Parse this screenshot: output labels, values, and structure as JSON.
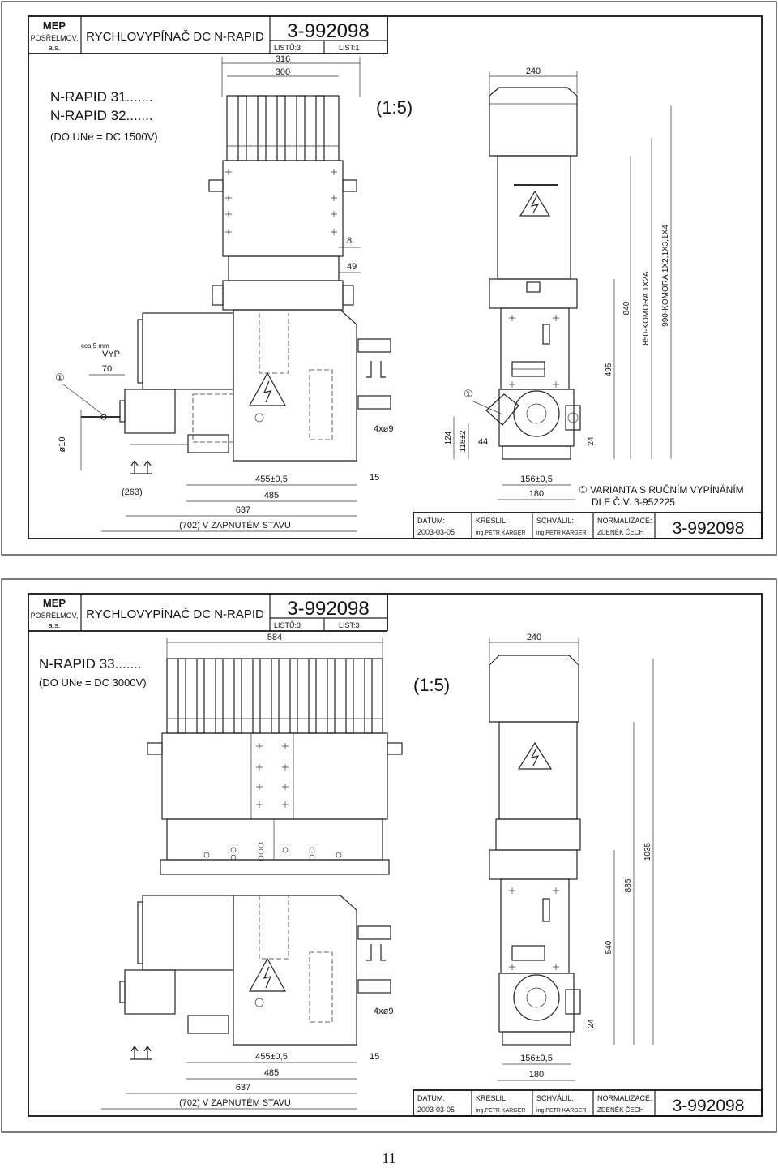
{
  "sheet1": {
    "company": "MEP",
    "company_line2": "POSŘELMOV,",
    "company_line3": "a.s.",
    "product_title": "RYCHLOVYPÍNAČ DC N-RAPID",
    "drawing_number": "3-992098",
    "sheets_total": "LISTŮ:3",
    "sheet_index": "LIST:1",
    "model_line1": "N-RAPID 31.......",
    "model_line2": "N-RAPID 32.......",
    "voltage_note": "(DO UNe = DC 1500V)",
    "scale": "(1:5)",
    "dims": {
      "d316": "316",
      "d300": "300",
      "d240": "240",
      "d8": "8",
      "d49": "49",
      "d840": "840",
      "d850": "850-KOMORA 1X2A",
      "d990": "990-KOMORA 1X2,1X3,1X4",
      "d495": "495",
      "d24": "24",
      "d124": "124",
      "d118": "118±2",
      "d44": "44",
      "d4x9": "4xø9",
      "d455": "455±0,5",
      "d15": "15",
      "d485": "485",
      "d263": "(263)",
      "d637": "637",
      "d702": "(702) V ZAPNUTÉM STAVU",
      "d156": "156±0,5",
      "d180": "180",
      "d10": "ø10",
      "d70": "70",
      "cca5": "cca 5 mm",
      "vyp": "VYP"
    },
    "marker": "①",
    "note_line1": "① VARIANTA S RUČNÍM VYPÍNÁNÍM",
    "note_line2": "DLE Č.V. 3-952225",
    "title_block": {
      "datum_label": "DATUM:",
      "datum_value": "2003-03-05",
      "kreslil_label": "KRESLIL:",
      "kreslil_value": "ing.PETR KARGER",
      "schvalil_label": "SCHVÁLIL:",
      "schvalil_value": "ing.PETR KARGER",
      "norm_label": "NORMALIZACE:",
      "norm_value": "ZDENĚK ČECH",
      "number": "3-992098"
    }
  },
  "sheet2": {
    "company": "MEP",
    "company_line2": "POSŘELMOV,",
    "company_line3": "a.s.",
    "product_title": "RYCHLOVYPÍNAČ DC N-RAPID",
    "drawing_number": "3-992098",
    "sheets_total": "LISTŮ:3",
    "sheet_index": "LIST:3",
    "model_line1": "N-RAPID 33.......",
    "voltage_note": "(DO UNe = DC 3000V)",
    "scale": "(1:5)",
    "dims": {
      "d584": "584",
      "d240": "240",
      "d1035": "1035",
      "d885": "885",
      "d540": "540",
      "d24": "24",
      "d4x9": "4xø9",
      "d455": "455±0,5",
      "d15": "15",
      "d485": "485",
      "d637": "637",
      "d702": "(702) V ZAPNUTÉM STAVU",
      "d156": "156±0,5",
      "d180": "180"
    },
    "title_block": {
      "datum_label": "DATUM:",
      "datum_value": "2003-03-05",
      "kreslil_label": "KRESLIL:",
      "kreslil_value": "ing.PETR KARGER",
      "schvalil_label": "SCHVÁLIL:",
      "schvalil_value": "ing.PETR KARGER",
      "norm_label": "NORMALIZACE:",
      "norm_value": "ZDENĚK ČECH",
      "number": "3-992098"
    }
  },
  "page_number": "11"
}
